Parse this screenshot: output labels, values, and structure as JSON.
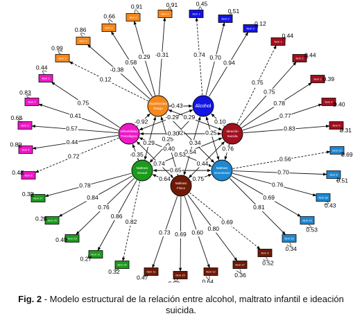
{
  "caption": {
    "label": "Fig. 2",
    "text": " - Modelo estructural de la relación entre alcohol, maltrato infantil e ideación suicida."
  },
  "colors": {
    "alcohol": "#1414e6",
    "ideacion": "#a0101e",
    "impulsividad": "#f6881c",
    "inflexibilidad": "#ee18c6",
    "sexual": "#1c9a1c",
    "emocional": "#1e88d2",
    "fisico": "#6e1a06"
  },
  "latents": [
    {
      "id": "impulsividad",
      "label": "Impulsividad Rasgo",
      "color": "#f6881c"
    },
    {
      "id": "alcohol",
      "label": "Alcohol",
      "color": "#1414e6"
    },
    {
      "id": "inflexibilidad",
      "label": "Inflexibilidad Psicológica",
      "color": "#ee18c6"
    },
    {
      "id": "ideacion",
      "label": "Ideación Suicida",
      "color": "#a0101e"
    },
    {
      "id": "sexual",
      "label": "Maltrato Sexual",
      "color": "#1c9a1c"
    },
    {
      "id": "emocional",
      "label": "Maltrato Emocional",
      "color": "#1e88d2"
    },
    {
      "id": "fisico",
      "label": "Maltrato Físico",
      "color": "#6e1a06"
    }
  ],
  "indicators": [
    {
      "id": "alc1",
      "latent": "alcohol",
      "label": "Item 1",
      "loading": "0.74",
      "dashed": true,
      "resid": "0.45"
    },
    {
      "id": "alc2",
      "latent": "alcohol",
      "label": "Item 2",
      "loading": "0.70",
      "dashed": false,
      "resid": "0.51"
    },
    {
      "id": "alc3",
      "latent": "alcohol",
      "label": "Item 3",
      "loading": "0.94",
      "dashed": false,
      "resid": "0.12"
    },
    {
      "id": "ide1",
      "latent": "ideacion",
      "label": "Item 1",
      "loading": "0.75",
      "dashed": true,
      "resid": "0.44"
    },
    {
      "id": "ide2",
      "latent": "ideacion",
      "label": "Item 2",
      "loading": "0.75",
      "dashed": false,
      "resid": "0.44"
    },
    {
      "id": "ide3",
      "latent": "ideacion",
      "label": "Item 3",
      "loading": "0.78",
      "dashed": false,
      "resid": "0.39"
    },
    {
      "id": "ide4",
      "latent": "ideacion",
      "label": "Item 4",
      "loading": "0.77",
      "dashed": false,
      "resid": "0.40"
    },
    {
      "id": "ide5",
      "latent": "ideacion",
      "label": "Item 5",
      "loading": "0.83",
      "dashed": false,
      "resid": "0.31"
    },
    {
      "id": "imp1",
      "latent": "impulsividad",
      "label": "Item 1",
      "loading": "0.29",
      "dashed": false,
      "resid": "0.91"
    },
    {
      "id": "imp2",
      "latent": "impulsividad",
      "label": "Item 2",
      "loading": "-0.31",
      "dashed": false,
      "resid": "0.91"
    },
    {
      "id": "imp3",
      "latent": "impulsividad",
      "label": "Item 3",
      "loading": "0.58",
      "dashed": false,
      "resid": "0.66"
    },
    {
      "id": "imp4",
      "latent": "impulsividad",
      "label": "Item 4",
      "loading": "-0.38",
      "dashed": false,
      "resid": "0.86"
    },
    {
      "id": "imp5",
      "latent": "impulsividad",
      "label": "Item 5",
      "loading": "0.12",
      "dashed": true,
      "resid": "0.99"
    },
    {
      "id": "inf1",
      "latent": "inflexibilidad",
      "label": "Item 1",
      "loading": "0.75",
      "dashed": false,
      "resid": "0.44"
    },
    {
      "id": "inf2",
      "latent": "inflexibilidad",
      "label": "Item 2",
      "loading": "0.41",
      "dashed": false,
      "resid": "0.83"
    },
    {
      "id": "inf3",
      "latent": "inflexibilidad",
      "label": "Item 3",
      "loading": "0.57",
      "dashed": false,
      "resid": "0.68"
    },
    {
      "id": "inf4",
      "latent": "inflexibilidad",
      "label": "Item 4",
      "loading": "0.44",
      "dashed": false,
      "resid": "0.80"
    },
    {
      "id": "inf5",
      "latent": "inflexibilidad",
      "label": "Item 5",
      "loading": "0.72",
      "dashed": true,
      "resid": "0.48"
    },
    {
      "id": "emo1",
      "latent": "emocional",
      "label": "Item 22",
      "loading": "0.56",
      "dashed": true,
      "resid": "0.69"
    },
    {
      "id": "emo2",
      "latent": "emocional",
      "label": "Item 8",
      "loading": "0.70",
      "dashed": false,
      "resid": "0.51"
    },
    {
      "id": "emo3",
      "latent": "emocional",
      "label": "Item 18",
      "loading": "0.76",
      "dashed": false,
      "resid": "0.43"
    },
    {
      "id": "emo4",
      "latent": "emocional",
      "label": "Item 14",
      "loading": "0.69",
      "dashed": false,
      "resid": "0.53"
    },
    {
      "id": "emo5",
      "latent": "emocional",
      "label": "Item 25",
      "loading": "0.81",
      "dashed": false,
      "resid": "0.34"
    },
    {
      "id": "sex1",
      "latent": "sexual",
      "label": "Item 27",
      "loading": "0.78",
      "dashed": false,
      "resid": "0.39"
    },
    {
      "id": "sex2",
      "latent": "sexual",
      "label": "Item 24",
      "loading": "0.84",
      "dashed": false,
      "resid": "0.29"
    },
    {
      "id": "sex3",
      "latent": "sexual",
      "label": "Item 23",
      "loading": "0.76",
      "dashed": false,
      "resid": "0.43"
    },
    {
      "id": "sex4",
      "latent": "sexual",
      "label": "Item 21",
      "loading": "0.86",
      "dashed": false,
      "resid": "0.27"
    },
    {
      "id": "sex5",
      "latent": "sexual",
      "label": "Item 20",
      "loading": "0.82",
      "dashed": true,
      "resid": "0.32"
    },
    {
      "id": "fis1",
      "latent": "fisico",
      "label": "Item 11",
      "loading": "0.73",
      "dashed": false,
      "resid": "0.47"
    },
    {
      "id": "fis2",
      "latent": "fisico",
      "label": "Item 15",
      "loading": "0.69",
      "dashed": false,
      "resid": "0.52"
    },
    {
      "id": "fis3",
      "latent": "fisico",
      "label": "Item 12",
      "loading": "0.60",
      "dashed": false,
      "resid": "0.64"
    },
    {
      "id": "fis4",
      "latent": "fisico",
      "label": "Item 17",
      "loading": "0.80",
      "dashed": false,
      "resid": "0.36"
    },
    {
      "id": "fis5",
      "latent": "fisico",
      "label": "Item 9",
      "loading": "0.69",
      "dashed": true,
      "resid": "0.52"
    }
  ],
  "structural": [
    {
      "a": "impulsividad",
      "b": "alcohol",
      "value": "0.43"
    },
    {
      "a": "impulsividad",
      "b": "inflexibilidad",
      "value": "-0.92"
    },
    {
      "a": "impulsividad",
      "b": "ideacion",
      "value": "0.29"
    },
    {
      "a": "impulsividad",
      "b": "sexual",
      "value": "0.29"
    },
    {
      "a": "impulsividad",
      "b": "fisico",
      "value": "0.25"
    },
    {
      "a": "impulsividad",
      "b": "emocional",
      "value": "0.34"
    },
    {
      "a": "alcohol",
      "b": "inflexibilidad",
      "value": "-0.29"
    },
    {
      "a": "alcohol",
      "b": "ideacion",
      "value": "0.10"
    },
    {
      "a": "alcohol",
      "b": "sexual",
      "value": "0.82"
    },
    {
      "a": "alcohol",
      "b": "fisico",
      "value": "0.54"
    },
    {
      "a": "alcohol",
      "b": "emocional",
      "value": "0.25"
    },
    {
      "a": "inflexibilidad",
      "b": "sexual",
      "value": "-0.35"
    },
    {
      "a": "inflexibilidad",
      "b": "emocional",
      "value": "-0.40"
    },
    {
      "a": "inflexibilidad",
      "b": "fisico",
      "value": "0.74"
    },
    {
      "a": "inflexibilidad",
      "b": "ideacion",
      "value": "-0.30"
    },
    {
      "a": "ideacion",
      "b": "sexual",
      "value": "0.53"
    },
    {
      "a": "ideacion",
      "b": "emocional",
      "value": "0.76"
    },
    {
      "a": "ideacion",
      "b": "fisico",
      "value": "0.44"
    },
    {
      "a": "sexual",
      "b": "emocional",
      "value": "0.65"
    },
    {
      "a": "sexual",
      "b": "fisico",
      "value": "0.64"
    },
    {
      "a": "fisico",
      "b": "emocional",
      "value": "0.75"
    }
  ]
}
